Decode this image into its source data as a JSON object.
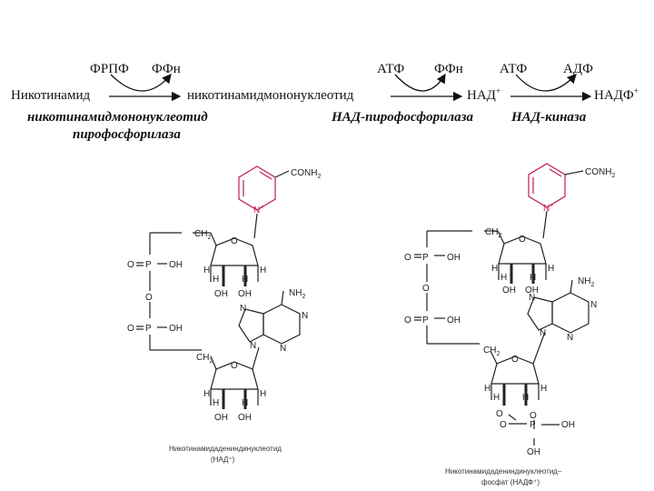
{
  "scheme": {
    "step1": {
      "cosubstrate_in": "ФРПФ",
      "cosubstrate_out": "ФФн",
      "substrate": "Никотинамид",
      "product": "никотинамидмононуклеотид",
      "enzyme_line1": "никотинамидмононуклеотид",
      "enzyme_line2": "пирофосфорилаза"
    },
    "step2": {
      "cosubstrate_in": "АТФ",
      "cosubstrate_out": "ФФн",
      "product": "НАД",
      "product_charge": "+",
      "enzyme": "НАД-пирофосфорилаза"
    },
    "step3": {
      "cosubstrate_in": "АТФ",
      "cosubstrate_out": "АДФ",
      "product": "НАДФ",
      "product_charge": "+",
      "enzyme": "НАД-киназа"
    }
  },
  "structures": {
    "left": {
      "amide_group": "CONH",
      "amide_sub": "2",
      "ring_n": "N",
      "ring_n_charge": "+",
      "ch2": "CH",
      "ch2_sub": "2",
      "o": "O",
      "p": "P",
      "oh": "OH",
      "h": "H",
      "nh2": "NH",
      "nh2_sub": "2",
      "n": "N",
      "caption_line1": "Никотинамидадениндинуклеотид",
      "caption_line2": "(НАД⁺)"
    },
    "right": {
      "caption_line1": "Никотинамидадениндинуклеотид–",
      "caption_line2": "фосфат (НАДФ⁺)"
    }
  },
  "colors": {
    "nicotinamide": "#c2185b",
    "bonds": "#222222"
  }
}
